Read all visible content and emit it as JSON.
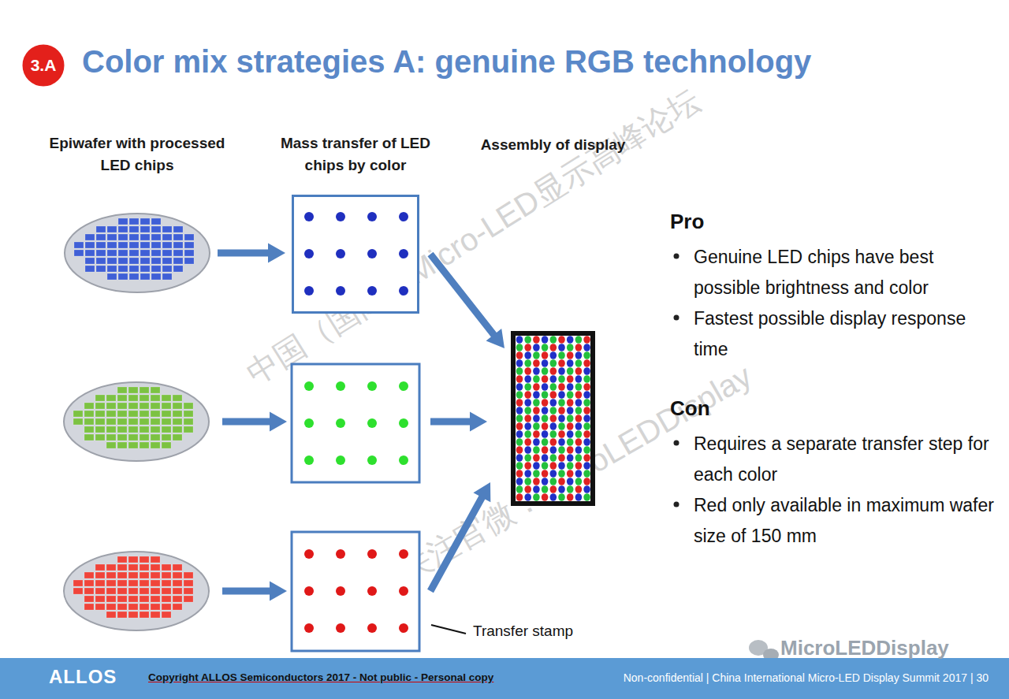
{
  "diagram": {
    "title": "Color mix strategies A: genuine RGB technology",
    "nodes": [
      {
        "text": [
          "3.A"
        ]
      },
      {
        "text": [
          "Epiwafer with processed LED chips"
        ]
      },
      {
        "text": [
          "Mass transfer of LED chips by color"
        ]
      },
      {
        "text": [
          "Assembly of display"
        ]
      },
      {
        "text": [
          "ALLOS",
          "Copyright ALLOS Semiconductors 2017 - Not public - Personal copy",
          "Non-confidential | China International Micro-LED Display Summit 2017 | 30"
        ]
      }
    ],
    "edges": [
      {
        "from": 1,
        "to": 2,
        "arrow": "to"
      },
      {
        "from": 2,
        "to": 3,
        "arrow": "to"
      }
    ],
    "labels": [
      "Pro",
      "Genuine LED chips have best possible brightness and color",
      "Fastest possible display response time",
      "Con",
      "Requires a separate transfer step for each color",
      "Red only available in maximum wafer size of 150 mm",
      "Transfer stamp",
      "MicroLEDDisplay",
      "中国（国际）Micro-LED显示高峰论坛",
      "关注官微：MicroLEDDisplay"
    ]
  }
}
